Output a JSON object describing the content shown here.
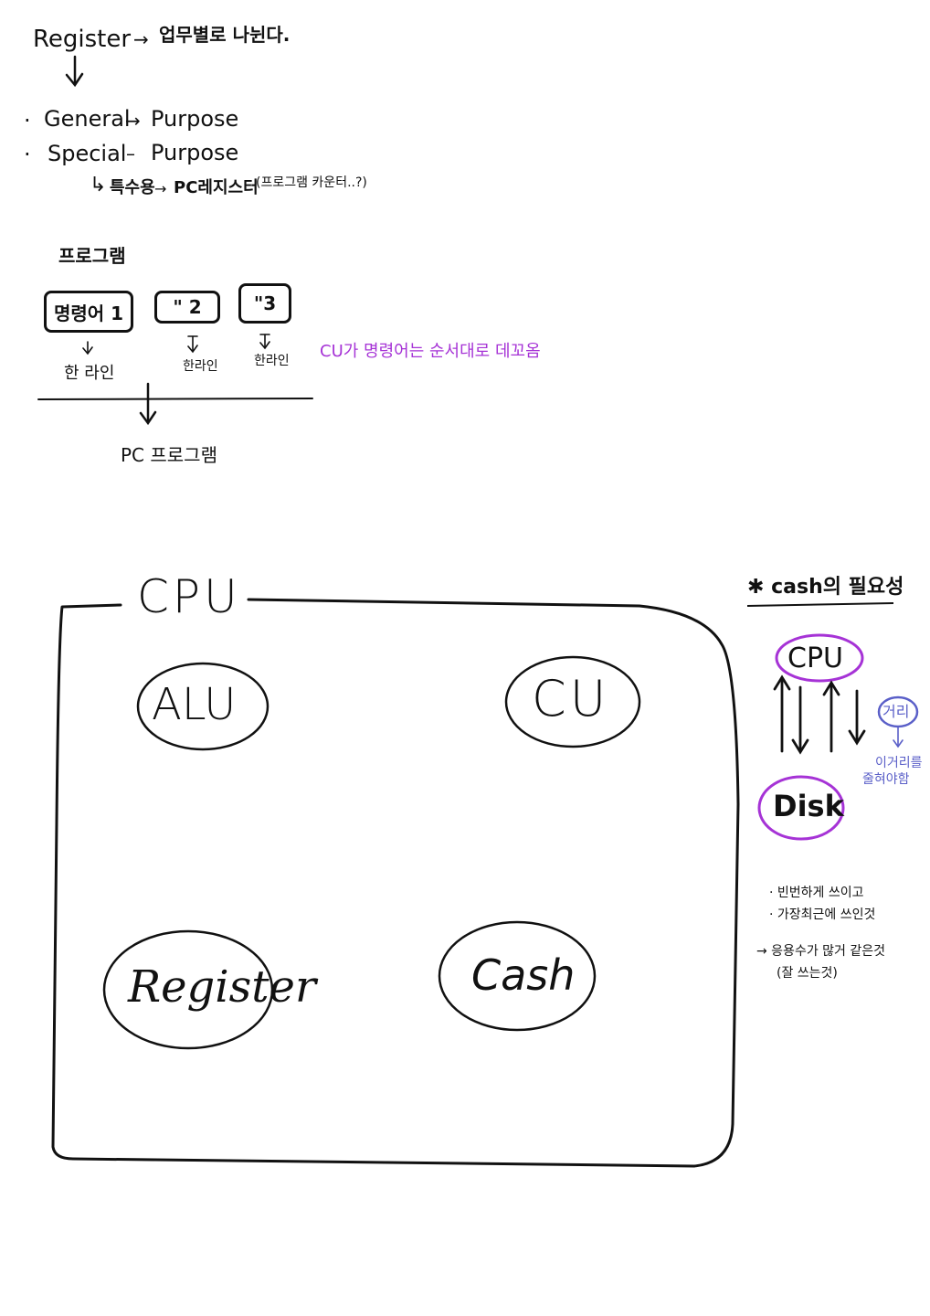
{
  "header": {
    "register_word": "Register",
    "arrow1": "→",
    "split_note": "업무별로 나뉜다.",
    "down_arrow": "↓"
  },
  "purpose_list": [
    {
      "bullet": "·",
      "label": "General",
      "dash": "→",
      "purpose": "Purpose"
    },
    {
      "bullet": "·",
      "label": "Special",
      "dash": "–",
      "purpose": "Purpose"
    }
  ],
  "special_note": {
    "corner": "↳",
    "label": "특수용",
    "arrow": "→",
    "target": "PC레지스터",
    "paren": "(프로그램 카운터..?)"
  },
  "program": {
    "title": "프로그램",
    "boxes": [
      "명령어 1",
      "\" 2",
      "\"3"
    ],
    "lines": [
      "한 라인",
      "한라인",
      "한라인"
    ],
    "cu_note": "CU가 명령어는 순서대로 데꼬옴",
    "pc_label": "PC 프로그램"
  },
  "cpu_diagram": {
    "title": "CPU",
    "components": [
      "ALU",
      "CU",
      "Register",
      "Cash"
    ]
  },
  "cash_need": {
    "title": "✱ cash의 필요성",
    "top": "CPU",
    "bottom": "Disk",
    "distance": "거리",
    "distance_arrow": "↓",
    "distance_note_1": "이거리를",
    "distance_note_2": "줄혀야함",
    "bullets": [
      "· 빈번하게 쓰이고",
      "· 가장최근에 쓰인것"
    ],
    "conclusion_1": "→ 응용수가 많거 같은것",
    "conclusion_2": "(잘 쓰는것)"
  },
  "colors": {
    "ink": "#111111",
    "purple": "#a633d6",
    "blue": "#5a5fc8"
  }
}
